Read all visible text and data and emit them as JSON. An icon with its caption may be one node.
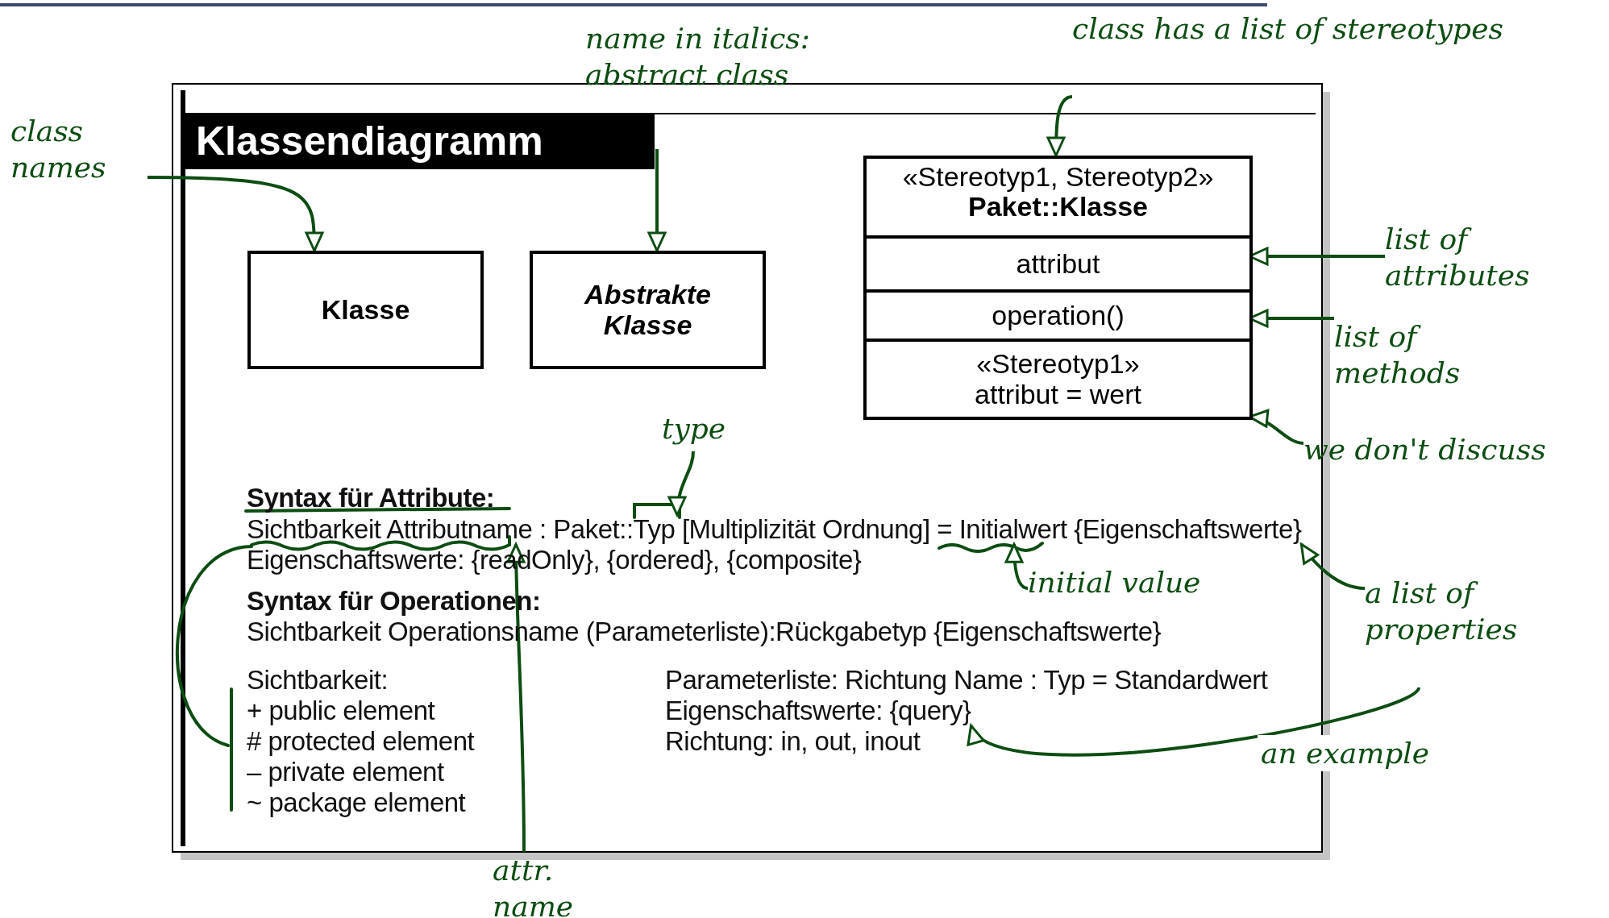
{
  "diagram": {
    "title": "Klassendiagramm",
    "nodes": [
      {
        "text": [
          "Klasse"
        ]
      },
      {
        "text": [
          "Abstrakte Klasse"
        ]
      },
      {
        "text": [
          "«Stereotyp1, Stereotyp2»",
          "Paket::Klasse"
        ]
      },
      {
        "text": [
          "attribut"
        ],
        "in": 2
      },
      {
        "text": [
          "operation()"
        ],
        "in": 2
      },
      {
        "text": [
          "«Stereotyp1» attribut = wert"
        ],
        "in": 2
      },
      {
        "text": [
          "class names"
        ]
      },
      {
        "text": [
          "name in italics: abstract class"
        ]
      },
      {
        "text": [
          "class has a list of stereotypes"
        ]
      },
      {
        "text": [
          "list of attributes"
        ]
      },
      {
        "text": [
          "list of methods"
        ]
      },
      {
        "text": [
          "we don't discuss"
        ]
      },
      {
        "text": [
          "type"
        ]
      },
      {
        "text": [
          "initial value"
        ]
      },
      {
        "text": [
          "a list of properties"
        ]
      },
      {
        "text": [
          "attr. name"
        ]
      },
      {
        "text": [
          "Sichtbarkeit Attributname : Paket::Typ [Multiplizität Ordnung] = Initialwert {Eigenschaftswerte}"
        ]
      },
      {
        "text": [
          "Eigenschaftswerte: {query}"
        ]
      }
    ],
    "edges": [
      {
        "from": 6,
        "to": 0,
        "arrow": "to"
      },
      {
        "from": 7,
        "to": 1,
        "arrow": "to"
      },
      {
        "from": 8,
        "to": 2,
        "arrow": "to"
      },
      {
        "from": 9,
        "to": 3,
        "arrow": "to"
      },
      {
        "from": 10,
        "to": 4,
        "arrow": "to"
      },
      {
        "from": 11,
        "to": 5,
        "arrow": "to"
      },
      {
        "from": 12,
        "to": 16,
        "arrow": "to"
      },
      {
        "from": 13,
        "to": 16,
        "arrow": "to"
      },
      {
        "from": 14,
        "to": 16,
        "arrow": "to"
      },
      {
        "from": 14,
        "to": 17,
        "arrow": "to",
        "label": "an example"
      },
      {
        "from": 15,
        "to": 16,
        "arrow": "to"
      }
    ],
    "labels": [
      "Syntax für Attribute:",
      "Eigenschaftswerte: {readOnly}, {ordered}, {composite}",
      "Syntax für Operationen:",
      "Sichtbarkeit Operationsname (Parameterliste):Rückgabetyp {Eigenschaftswerte}",
      "Sichtbarkeit:",
      "+ public element",
      "# protected element",
      "– private element",
      "~ package element",
      "Parameterliste: Richtung Name : Typ = Standardwert",
      "Richtung: in, out, inout"
    ]
  }
}
